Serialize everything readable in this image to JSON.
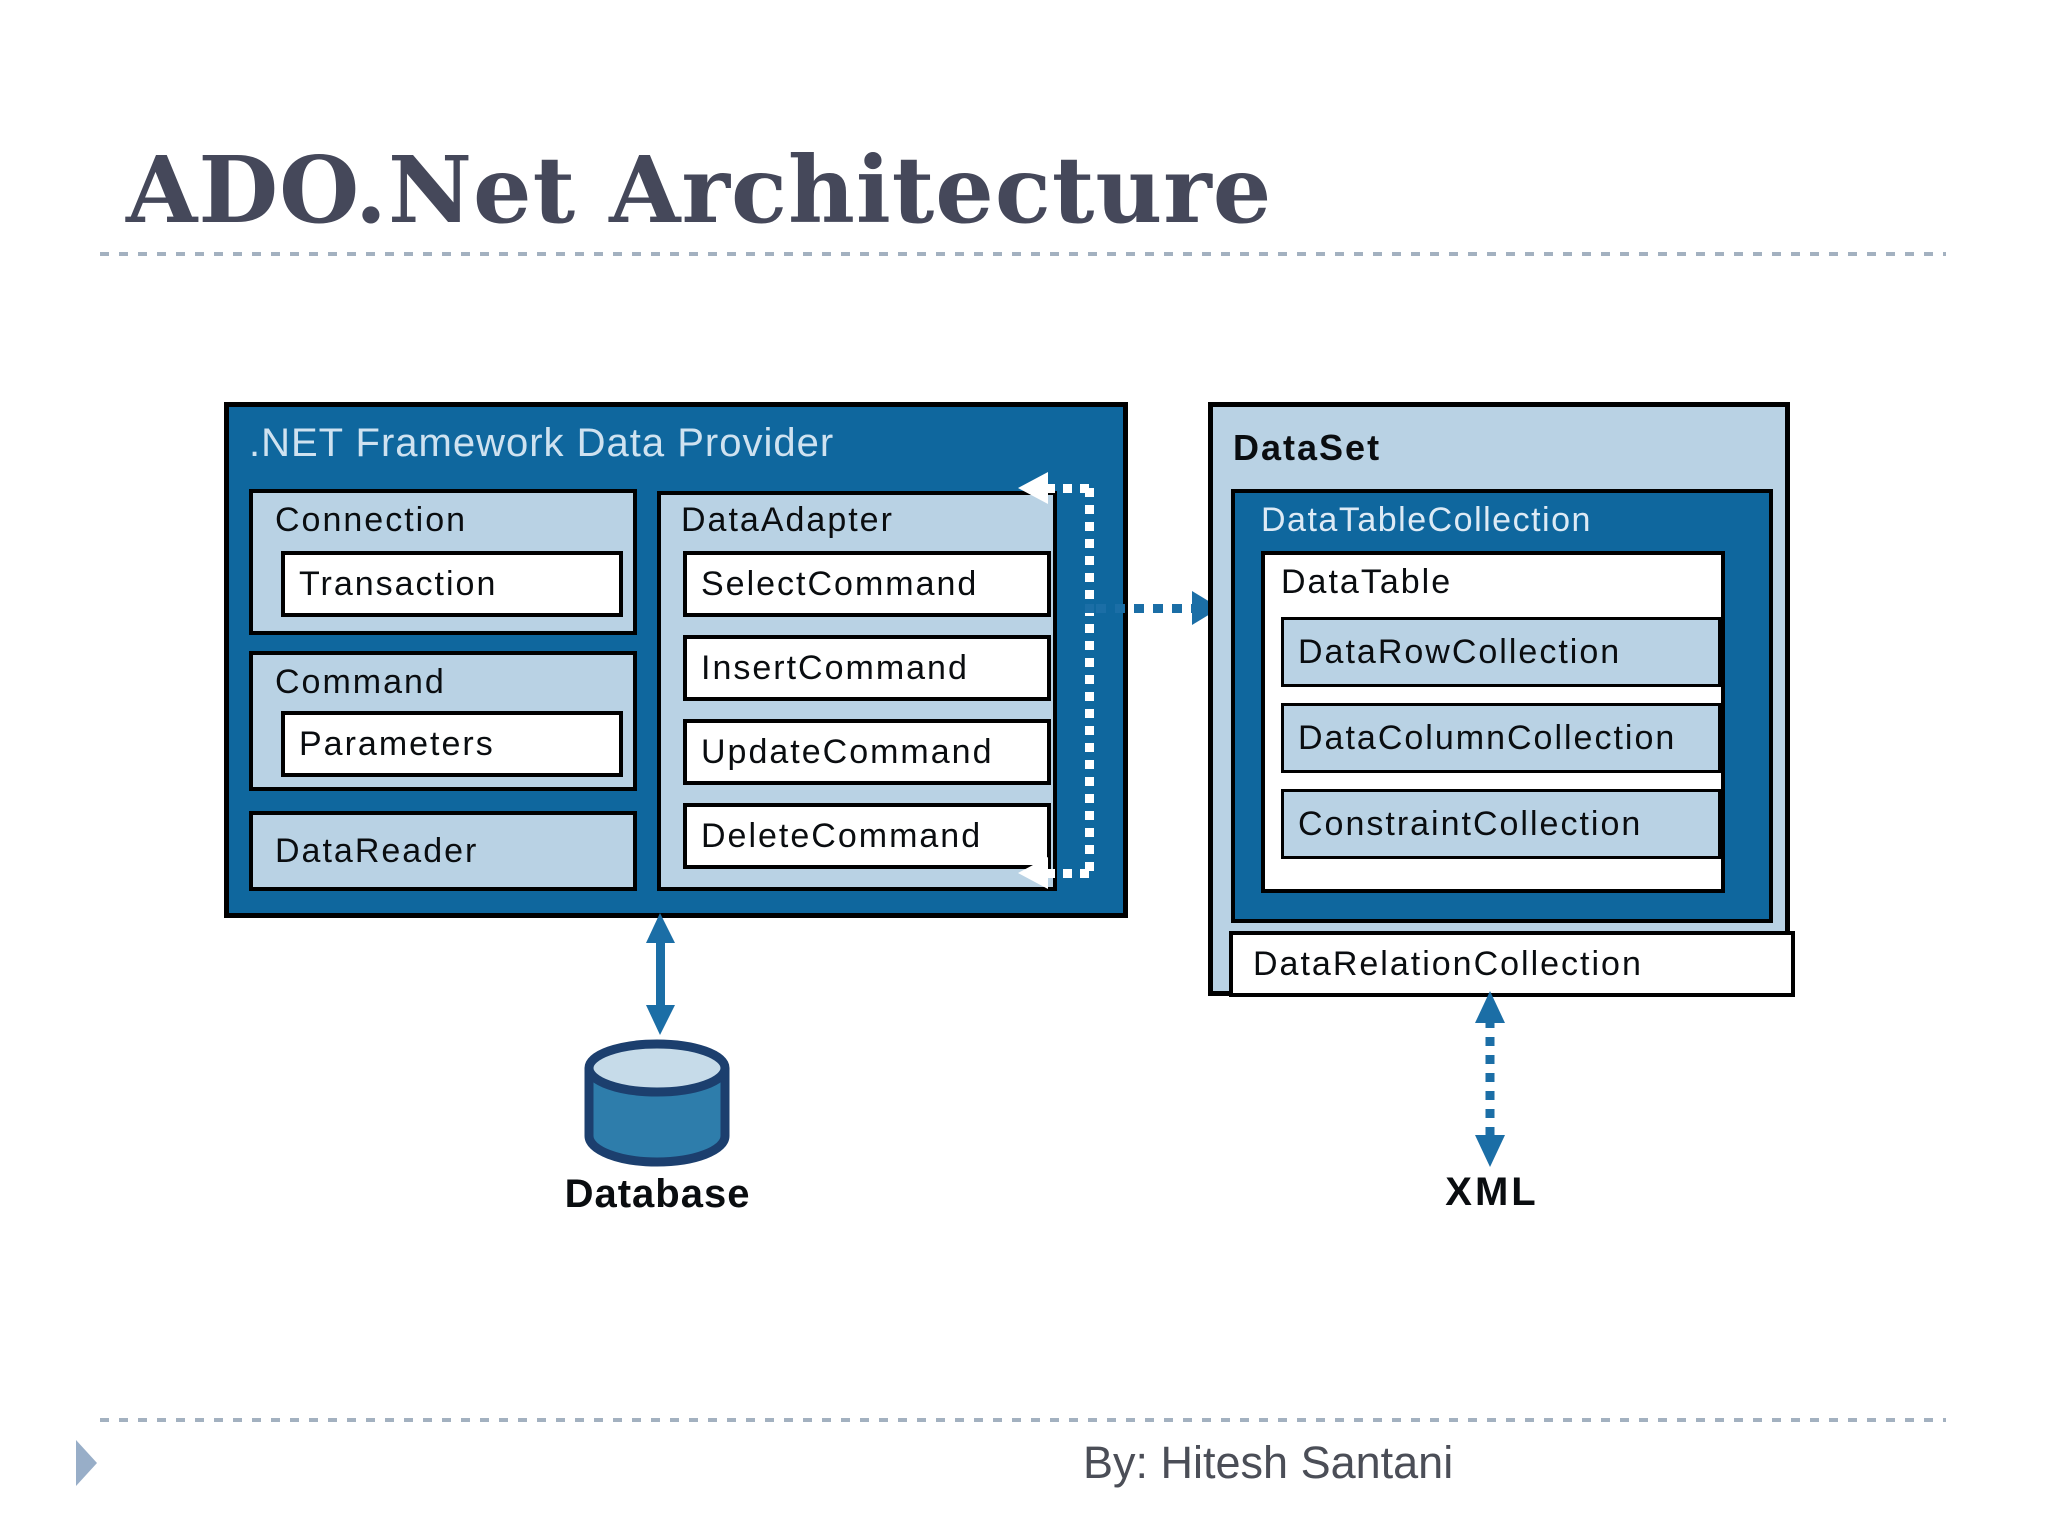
{
  "slide": {
    "title": "ADO.Net Architecture",
    "footer": "By: Hitesh Santani"
  },
  "provider": {
    "title": ".NET Framework Data Provider",
    "connection_label": "Connection",
    "transaction_label": "Transaction",
    "command_label": "Command",
    "parameters_label": "Parameters",
    "datareader_label": "DataReader",
    "dataadapter_label": "DataAdapter",
    "commands": [
      "SelectCommand",
      "InsertCommand",
      "UpdateCommand",
      "DeleteCommand"
    ]
  },
  "dataset": {
    "title": "DataSet",
    "datatablecollection_label": "DataTableCollection",
    "datatable_label": "DataTable",
    "collections": [
      "DataRowCollection",
      "DataColumnCollection",
      "ConstraintCollection"
    ],
    "datarelationcollection_label": "DataRelationCollection"
  },
  "labels": {
    "database": "Database",
    "xml": "XML"
  },
  "colors": {
    "dark_blue": "#0f679e",
    "light_blue": "#b9d2e4",
    "arrow_blue": "#1b6ea6",
    "cylinder_outline": "#1c3f6e",
    "cylinder_body": "#2e7dab",
    "cylinder_top": "#c6dbe9",
    "title_text": "#45485a",
    "footer_text": "#4b4e57",
    "rule_gray": "#a3b1c0"
  }
}
